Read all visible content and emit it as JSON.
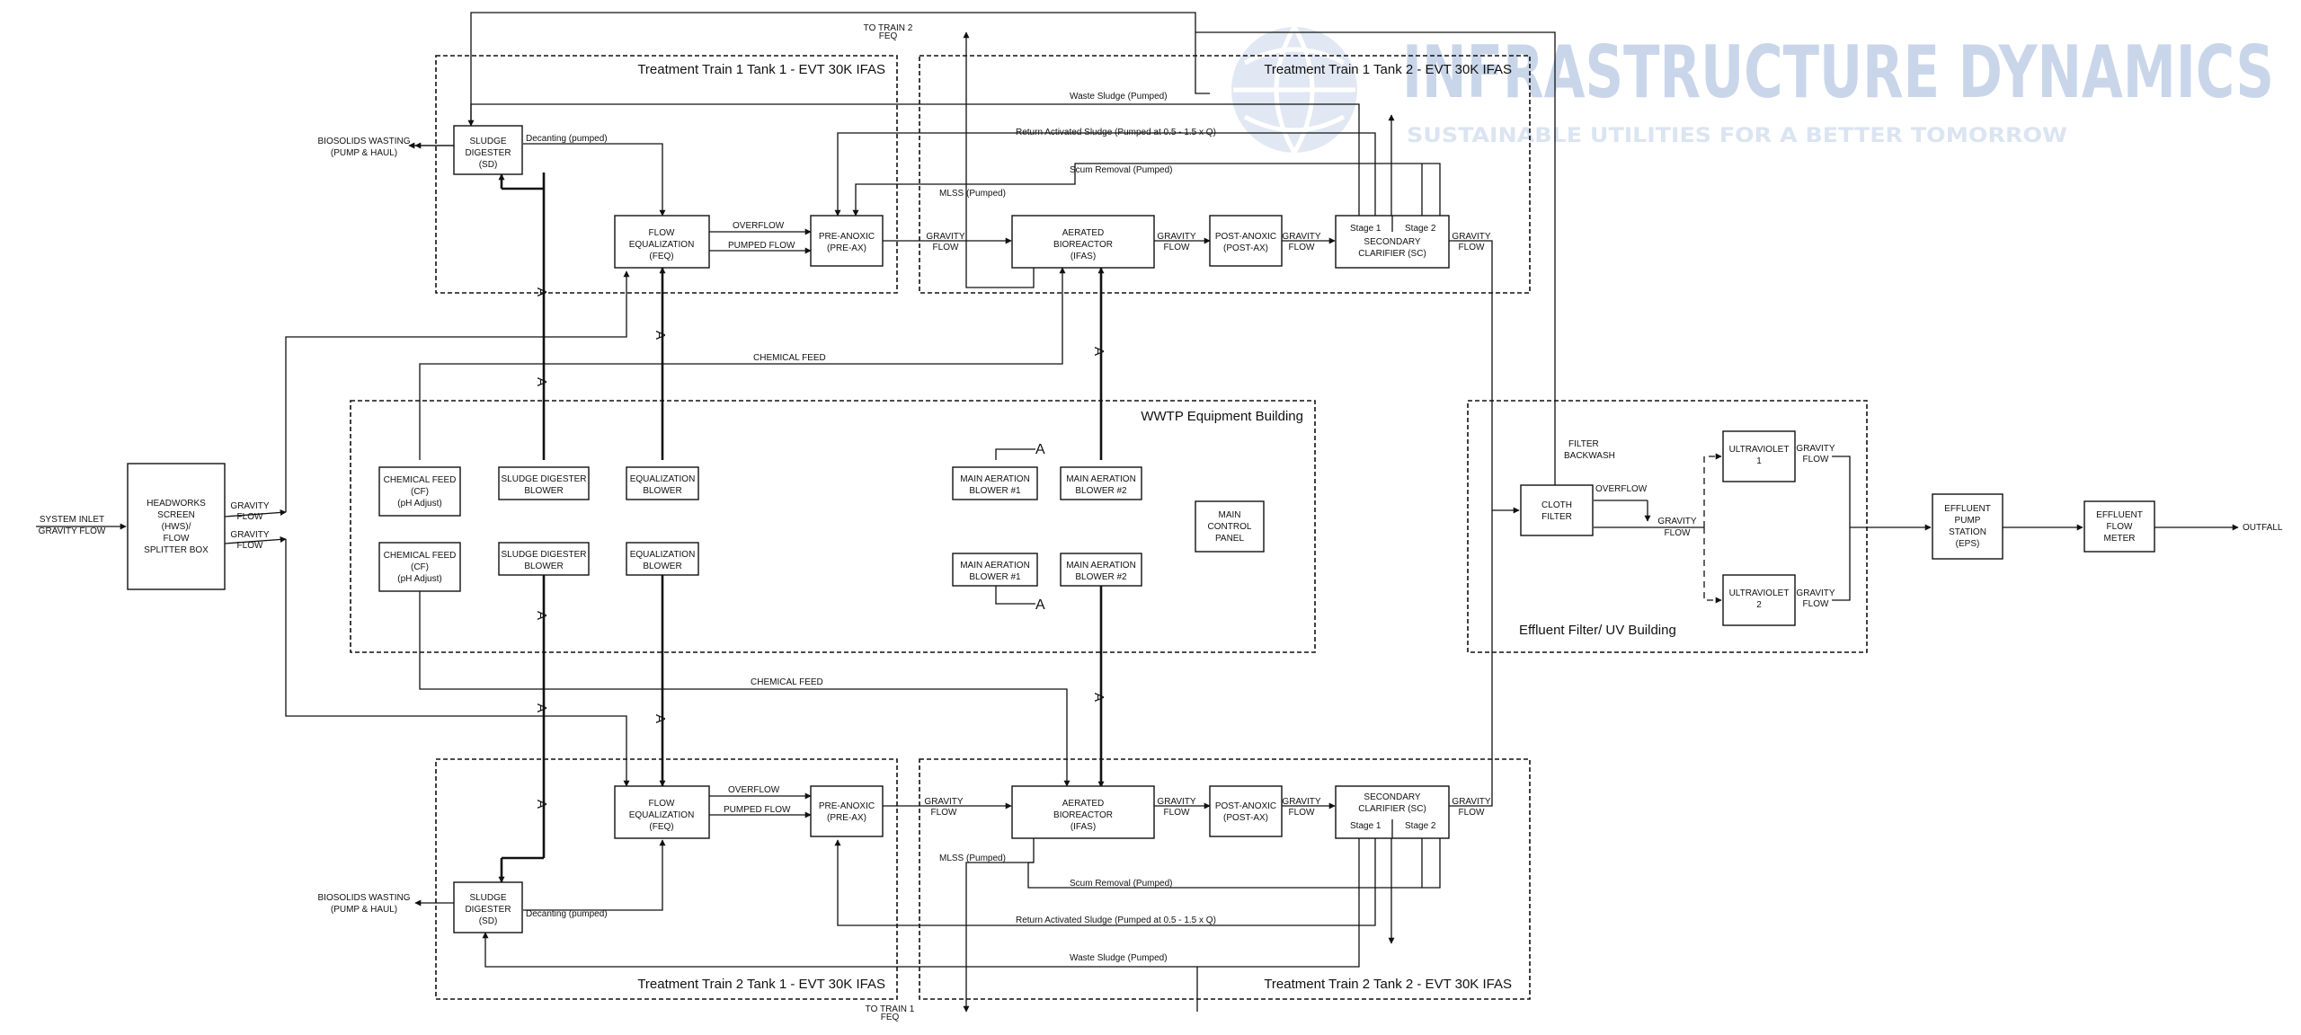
{
  "logo": {
    "name": "INFRASTRUCTURE DYNAMICS",
    "tagline": "SUSTAINABLE UTILITIES FOR A BETTER TOMORROW",
    "color": "#c9d6ea"
  },
  "zones": {
    "tt1_tank1": "Treatment Train 1 Tank 1 - EVT 30K IFAS",
    "tt1_tank2": "Treatment Train 1 Tank 2 - EVT 30K IFAS",
    "equipment": "WWTP Equipment Building",
    "uv": "Effluent Filter/ UV Building",
    "tt2_tank1": "Treatment Train 2 Tank 1 - EVT 30K IFAS",
    "tt2_tank2": "Treatment Train 2 Tank 2 - EVT 30K IFAS"
  },
  "boxes": {
    "headworks": [
      "HEADWORKS",
      "SCREEN",
      "(HWS)/",
      "FLOW",
      "SPLITTER BOX"
    ],
    "sd": [
      "SLUDGE",
      "DIGESTER",
      "(SD)"
    ],
    "feq": [
      "FLOW",
      "EQUALIZATION",
      "(FEQ)"
    ],
    "preax": [
      "PRE-ANOXIC",
      "(PRE-AX)"
    ],
    "aer": [
      "AERATED",
      "BIOREACTOR",
      "(IFAS)"
    ],
    "postax": [
      "POST-ANOXIC",
      "(POST-AX)"
    ],
    "sc": [
      "SECONDARY",
      "CLARIFIER (SC)"
    ],
    "stage1": "Stage 1",
    "stage2": "Stage 2",
    "cf": [
      "CHEMICAL FEED",
      "(CF)",
      "(pH Adjust)"
    ],
    "sdb": [
      "SLUDGE DIGESTER",
      "BLOWER"
    ],
    "eqb": [
      "EQUALIZATION",
      "BLOWER"
    ],
    "mab1": [
      "MAIN AERATION",
      "BLOWER #1"
    ],
    "mab2": [
      "MAIN AERATION",
      "BLOWER #2"
    ],
    "panel": [
      "MAIN",
      "CONTROL",
      "PANEL"
    ],
    "cloth": [
      "CLOTH",
      "FILTER"
    ],
    "uv1": [
      "ULTRAVIOLET",
      "1"
    ],
    "uv2": [
      "ULTRAVIOLET",
      "2"
    ],
    "eps": [
      "EFFLUENT",
      "PUMP",
      "STATION",
      "(EPS)"
    ],
    "meter": [
      "EFFLUENT",
      "FLOW",
      "METER"
    ]
  },
  "labels": {
    "system_inlet": [
      "SYSTEM INLET",
      "GRAVITY FLOW"
    ],
    "gravity_flow": [
      "GRAVITY",
      "FLOW"
    ],
    "biosolids": [
      "BIOSOLIDS WASTING",
      "(PUMP & HAUL)"
    ],
    "decanting": "Decanting (pumped)",
    "overflow": "OVERFLOW",
    "pumped_flow": "PUMPED FLOW",
    "waste_sludge": "Waste Sludge (Pumped)",
    "ras": "Return Activated Sludge (Pumped at 0.5 - 1.5 x Q)",
    "scum": "Scum Removal (Pumped)",
    "mlss": "MLSS (Pumped)",
    "chemical_feed": "CHEMICAL FEED",
    "to_train2": [
      "TO TRAIN 2",
      "FEQ"
    ],
    "to_train1": [
      "TO TRAIN 1",
      "FEQ"
    ],
    "filter_backwash": [
      "FILTER",
      "BACKWASH"
    ],
    "outfall": "OUTFALL",
    "a": "A"
  }
}
